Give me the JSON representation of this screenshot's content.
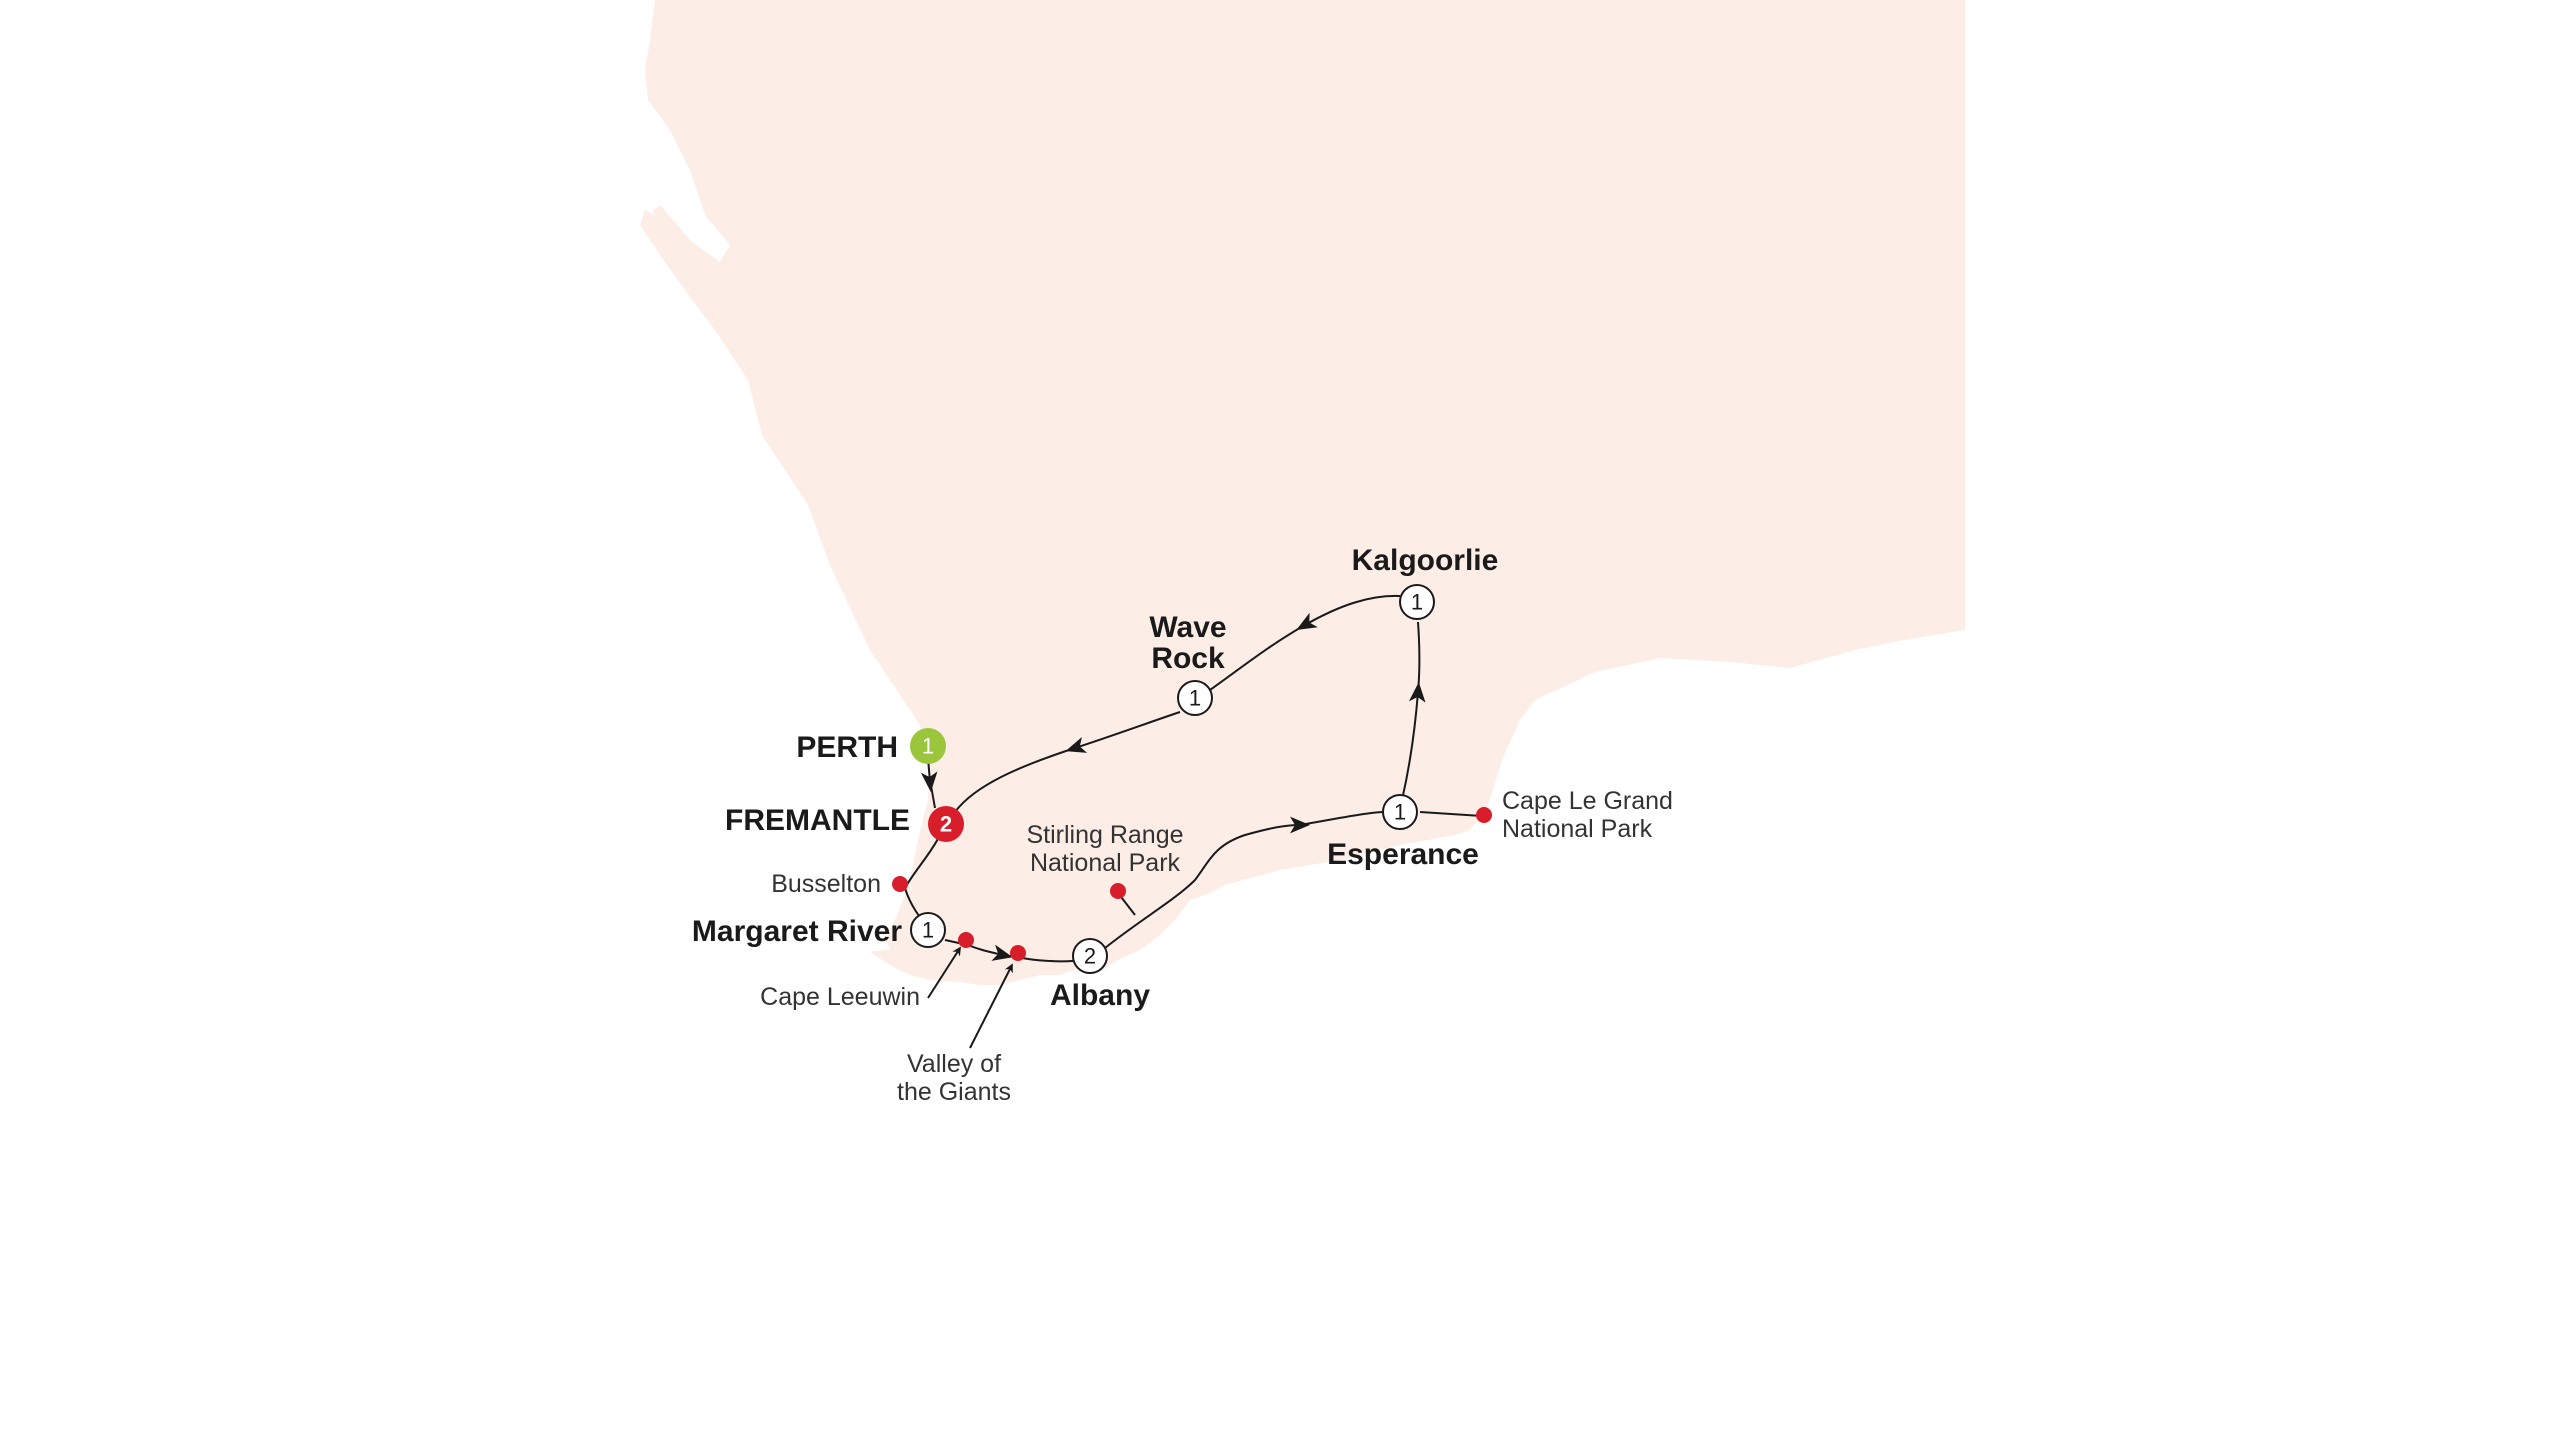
{
  "colors": {
    "land": "#fcede6",
    "sea": "#ffffff",
    "route": "#1a1a1a",
    "start_badge": "#9bc63b",
    "overnight_badge_red": "#d81e2a",
    "poi_dot": "#d81e2a"
  },
  "places": {
    "perth": {
      "label": "PERTH",
      "nights": "1"
    },
    "fremantle": {
      "label": "FREMANTLE",
      "nights": "2"
    },
    "wave_rock": {
      "label_line1": "Wave",
      "label_line2": "Rock",
      "nights": "1"
    },
    "kalgoorlie": {
      "label": "Kalgoorlie",
      "nights": "1"
    },
    "esperance": {
      "label": "Esperance",
      "nights": "1"
    },
    "albany": {
      "label": "Albany",
      "nights": "2"
    },
    "margaret_river": {
      "label": "Margaret River",
      "nights": "1"
    }
  },
  "points_of_interest": {
    "busselton": "Busselton",
    "cape_leeuwin": "Cape Leeuwin",
    "valley_of_giants_line1": "Valley of",
    "valley_of_giants_line2": "the Giants",
    "stirling_line1": "Stirling Range",
    "stirling_line2": "National Park",
    "cape_le_grand_line1": "Cape Le Grand",
    "cape_le_grand_line2": "National Park"
  }
}
